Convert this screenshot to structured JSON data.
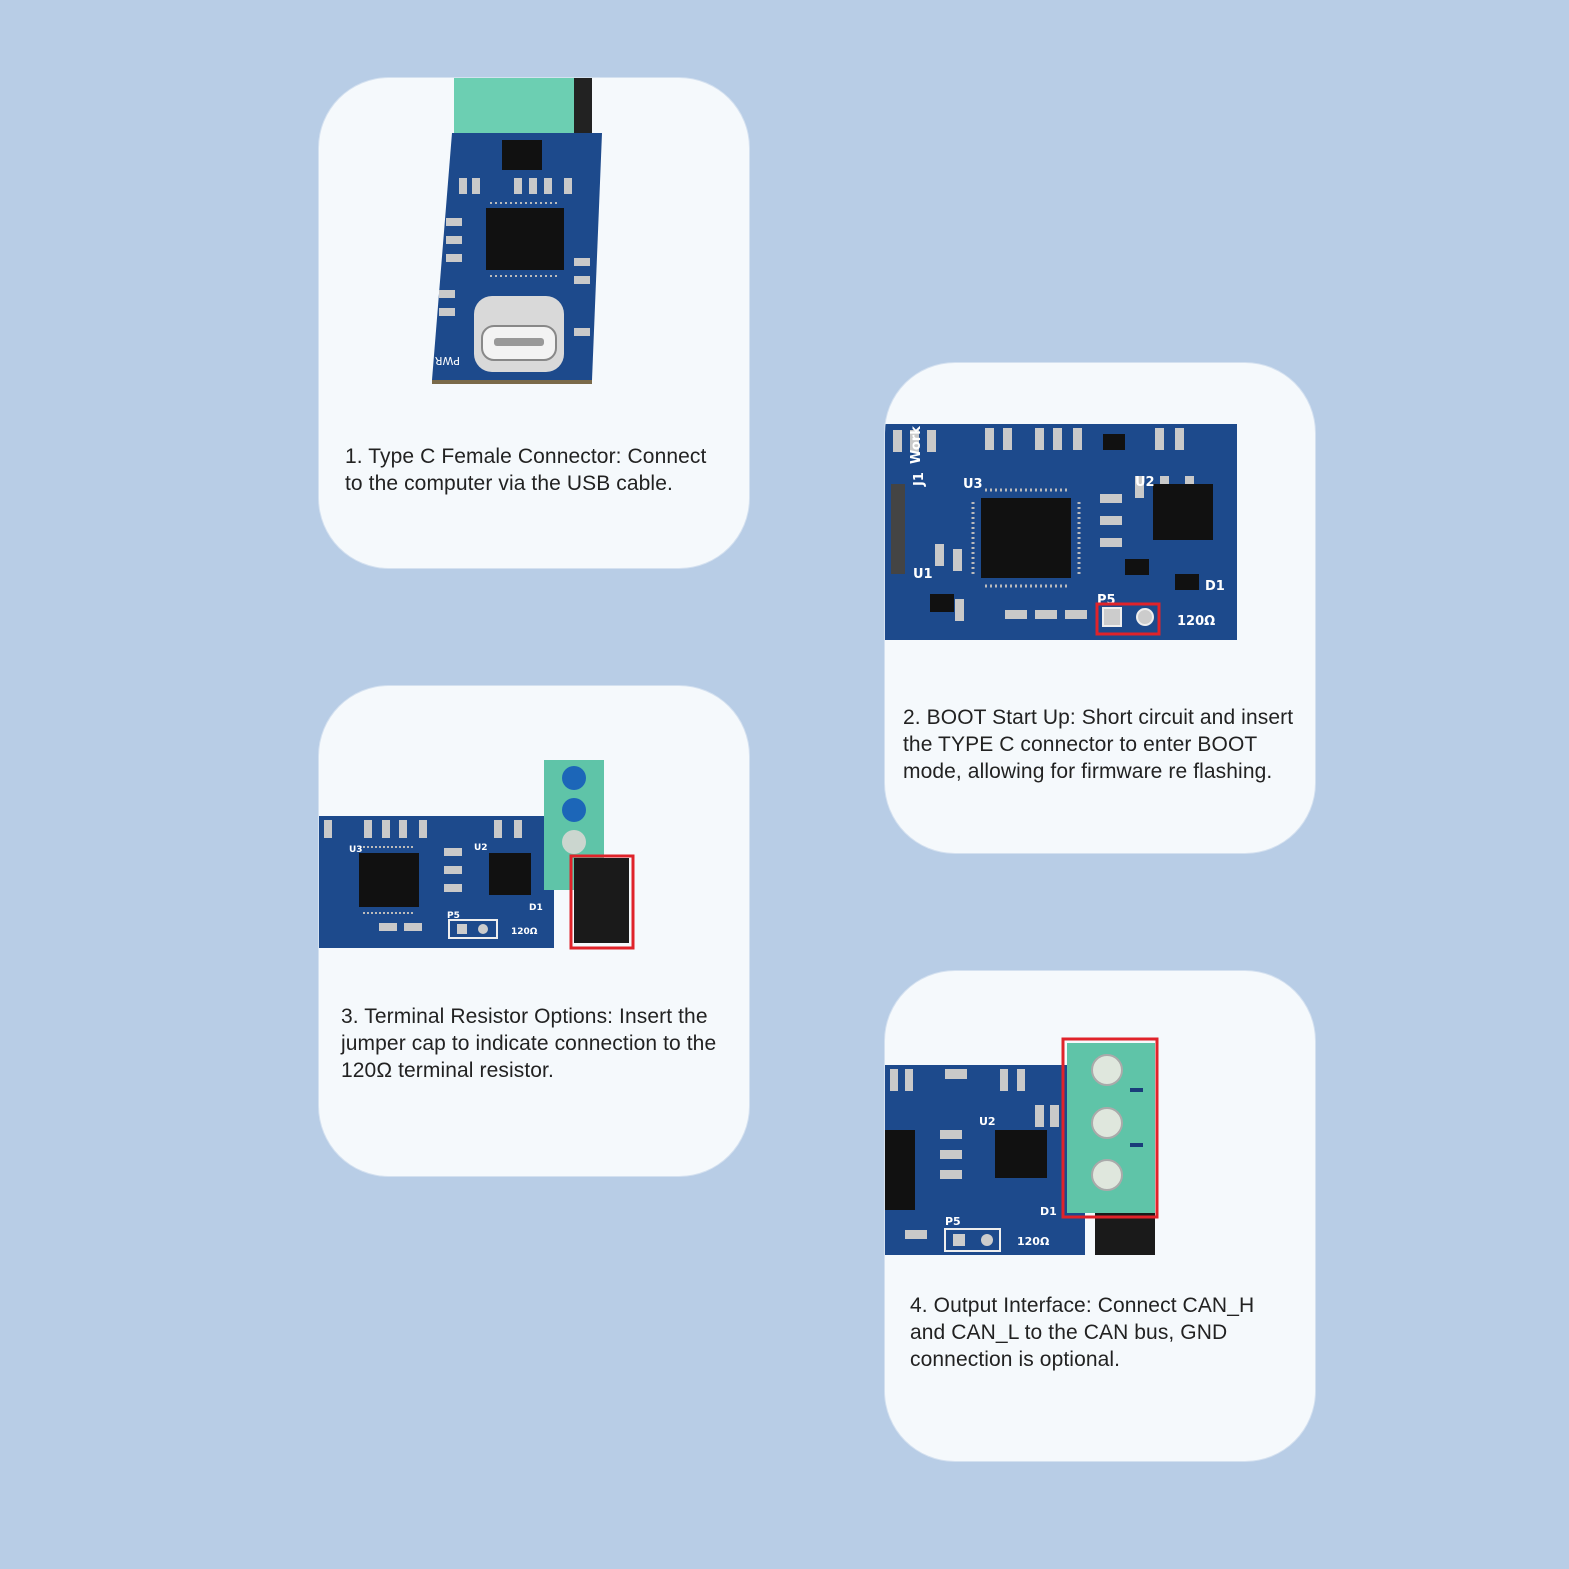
{
  "cards": [
    {
      "caption": "1. Type C Female Connector: Connect to the computer via the USB cable.",
      "image_label": "PWR"
    },
    {
      "caption": "2. BOOT Start Up: Short circuit and insert the TYPE C connector to enter BOOT mode, allowing for firmware re flashing.",
      "labels": {
        "work": "Work",
        "j1": "J1",
        "u3": "U3",
        "u2": "U2",
        "u1": "U1",
        "d1": "D1",
        "p5": "P5",
        "res": "120Ω"
      }
    },
    {
      "caption": "3. Terminal Resistor Options: Insert the jumper cap to indicate connection to the 120Ω terminal resistor.",
      "labels": {
        "u3": "U3",
        "u2": "U2",
        "d1": "D1",
        "p5": "P5",
        "res": "120Ω"
      }
    },
    {
      "caption": "4. Output Interface: Connect CAN_H and CAN_L to the CAN bus, GND connection is optional.",
      "labels": {
        "u2": "U2",
        "d1": "D1",
        "p5": "P5",
        "res": "120Ω"
      }
    }
  ],
  "colors": {
    "background": "#b8cde6",
    "card": "#f5f9fc",
    "pcb": "#1d4a8c",
    "terminal": "#5fc4a8",
    "highlight": "#e0232a"
  }
}
